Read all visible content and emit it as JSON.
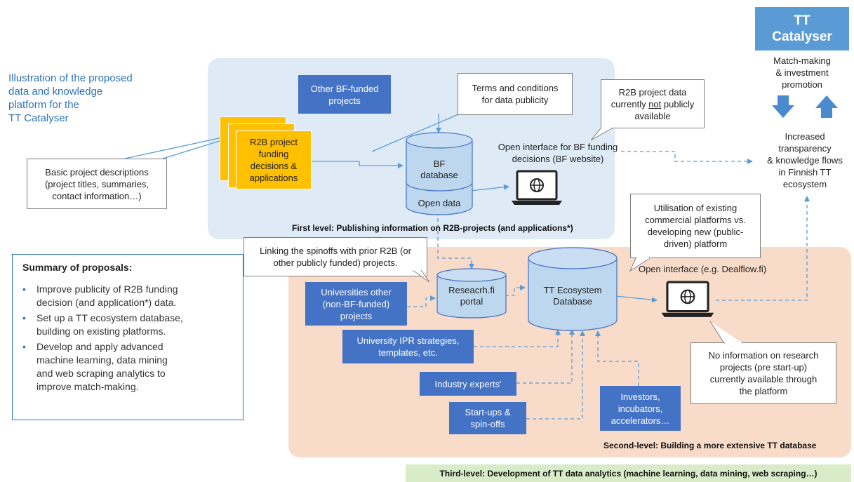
{
  "intro": {
    "lines": [
      "Illustration of the proposed",
      "data and knowledge",
      "platform for the",
      "TT Catalyser"
    ]
  },
  "summary": {
    "title": "Summary of proposals:",
    "bullets": [
      [
        "Improve publicity of R2B funding",
        "decision (and application*) data."
      ],
      [
        "Set up a TT ecosystem database,",
        "building on existing platforms."
      ],
      [
        "Develop and apply advanced",
        "machine learning, data mining",
        "and web scraping analytics to",
        "improve match-making."
      ]
    ]
  },
  "tt_catalyser": {
    "title": [
      "TT",
      "Catalyser"
    ],
    "promotion": [
      "Match-making",
      "& investment",
      "promotion"
    ],
    "transparency": [
      "Increased",
      "transparency",
      "& knowledge flows",
      "in Finnish TT",
      "ecosystem"
    ]
  },
  "first_level": {
    "label": "First level: Publishing information on R2B-projects (and applications*)",
    "other_bf": [
      "Other BF-funded",
      "projects"
    ],
    "r2b_card": [
      "R2B project",
      "funding",
      "decisions &",
      "applications"
    ],
    "terms_callout": [
      "Terms and conditions",
      "for data publicity"
    ],
    "r2b_callout": {
      "line1": "R2B project data",
      "line2_pre": "currently ",
      "line2_emph": "not",
      "line2_post": " publicly",
      "line3": "available"
    },
    "basic_callout": [
      "Basic project descriptions",
      "(project titles, summaries,",
      "contact information…)"
    ],
    "bf_db": {
      "top": [
        "BF",
        "database"
      ],
      "bottom": "Open data"
    },
    "open_interface": [
      "Open interface for BF funding",
      "decisions (BF website)"
    ]
  },
  "second_level": {
    "label": "Second-level: Building a more extensive TT database",
    "linking_callout": [
      "Linking the spinoffs with prior R2B (or",
      "other publicly funded) projects."
    ],
    "utilisation_callout": [
      "Utilisation of existing",
      "commercial platforms vs.",
      "developing new (public-",
      "driven) platform"
    ],
    "universities": [
      "Universities other",
      "(non-BF-funded)",
      "projects"
    ],
    "research_portal": [
      "Reseacrh.fi",
      "portal"
    ],
    "tt_db": [
      "TT Ecosystem",
      "Database"
    ],
    "open_interface": "Open interface (e.g. Dealflow.fi)",
    "ipr": [
      "University IPR strategies,",
      "templates, etc."
    ],
    "industry": "Industry experts'",
    "startups": [
      "Start-ups &",
      "spin-offs"
    ],
    "investors": [
      "Investors,",
      "incubators,",
      "accelerators…"
    ],
    "no_info_callout": [
      "No information on research",
      "projects (pre start-up)",
      "currently available through",
      "the platform"
    ]
  },
  "third_level": {
    "label": "Third-level: Development of TT data analytics (machine learning,  data mining, web scraping…)"
  },
  "colors": {
    "blue": "#4472c4",
    "catalyser_blue": "#5b9bd5",
    "yellow": "#ffc000",
    "panel1": "#deeaf6",
    "panel2": "#f8dcc9",
    "panel3": "#d9ecc9",
    "cylinder": "#bdd7ee"
  },
  "icons": [
    "laptop-globe-icon",
    "arrow-down-icon",
    "arrow-up-icon"
  ]
}
